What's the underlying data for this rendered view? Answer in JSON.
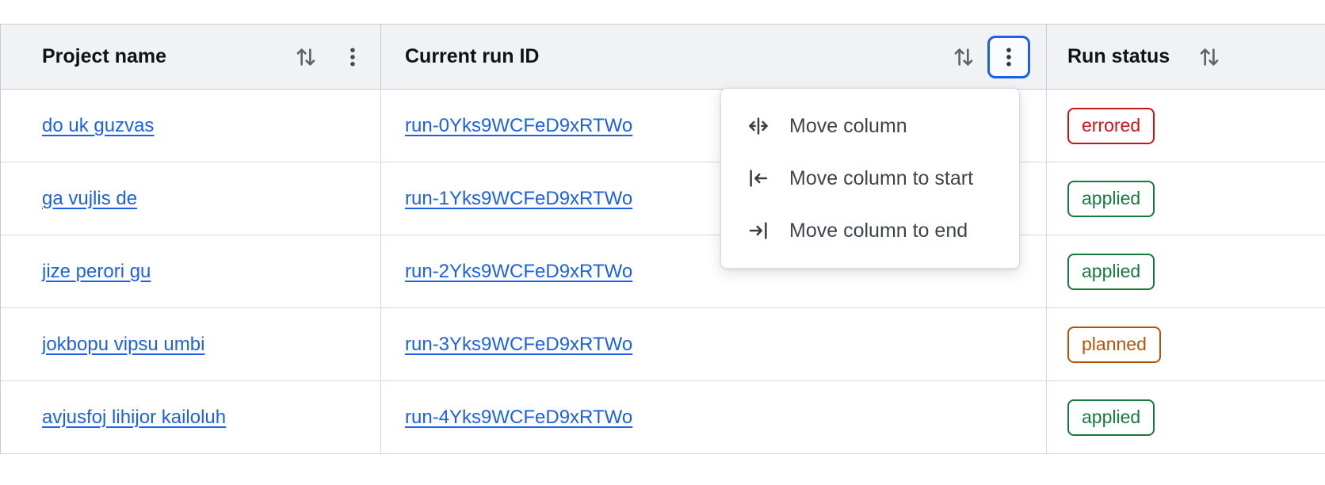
{
  "table": {
    "columns": [
      {
        "label": "Project name"
      },
      {
        "label": "Current run ID"
      },
      {
        "label": "Run status"
      }
    ],
    "rows": [
      {
        "project": "do uk guzvas",
        "run_id": "run-0Yks9WCFeD9xRTWo",
        "status": "errored"
      },
      {
        "project": "ga vujlis de",
        "run_id": "run-1Yks9WCFeD9xRTWo",
        "status": "applied"
      },
      {
        "project": "jize perori gu",
        "run_id": "run-2Yks9WCFeD9xRTWo",
        "status": "applied"
      },
      {
        "project": "jokbopu vipsu umbi",
        "run_id": "run-3Yks9WCFeD9xRTWo",
        "status": "planned"
      },
      {
        "project": "avjusfoj lihijor kailoluh",
        "run_id": "run-4Yks9WCFeD9xRTWo",
        "status": "applied"
      }
    ],
    "icons": {
      "sort": "swap-vertical-icon",
      "column_options": "kebab-vertical-icon"
    }
  },
  "column_menu": {
    "items": [
      {
        "label": "Move column",
        "icon": "move-column-icon"
      },
      {
        "label": "Move column to start",
        "icon": "move-column-to-start-icon"
      },
      {
        "label": "Move column to end",
        "icon": "move-column-to-end-icon"
      }
    ]
  },
  "colors": {
    "link": "#1c61e3",
    "focus_ring": "#1c61e3",
    "header_bg": "#f1f2f3",
    "status_errored": "#c81414",
    "status_applied": "#167a3c",
    "status_planned": "#b4540a"
  }
}
